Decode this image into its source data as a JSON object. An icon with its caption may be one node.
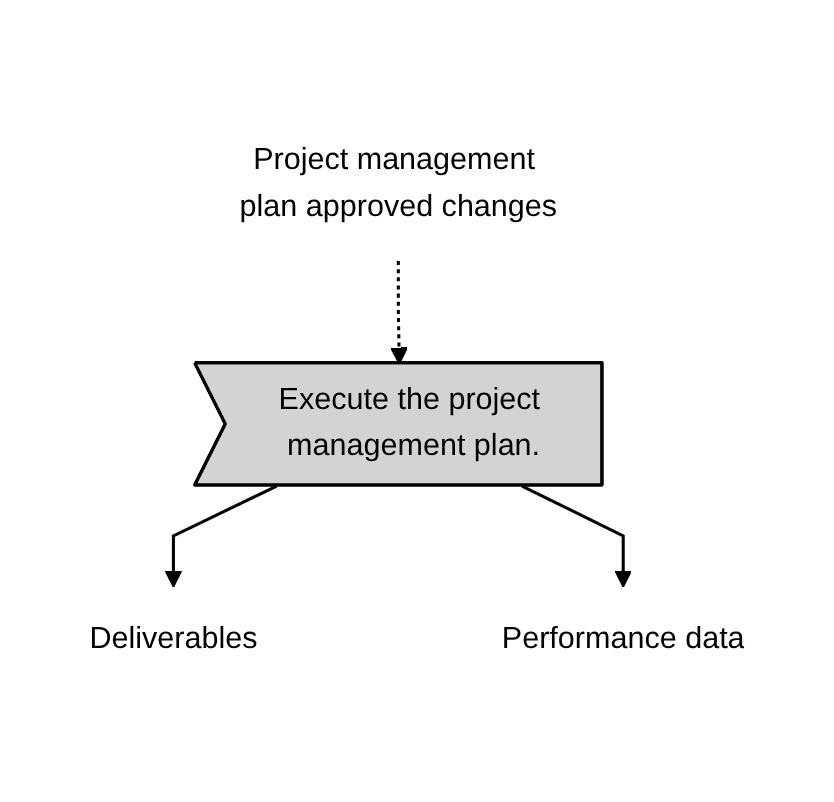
{
  "diagram": {
    "nodes": [
      {
        "text": [
          "Project management plan approved changes"
        ]
      },
      {
        "text": [
          "Execute the project management plan."
        ]
      },
      {
        "text": [
          "Deliverables"
        ]
      },
      {
        "text": [
          "Performance data"
        ]
      }
    ],
    "edges": [
      {
        "from": 0,
        "to": 1,
        "arrow": "to",
        "style": "dashed"
      },
      {
        "from": 1,
        "to": 2,
        "arrow": "to"
      },
      {
        "from": 1,
        "to": 3,
        "arrow": "to"
      }
    ]
  }
}
